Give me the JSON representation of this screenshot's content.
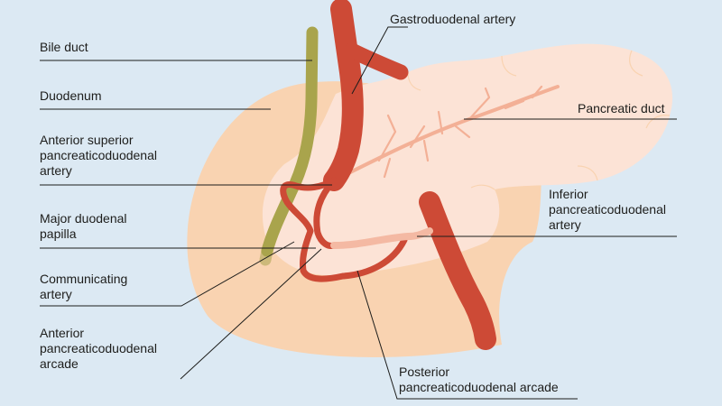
{
  "labels": {
    "bile_duct": [
      "Bile duct"
    ],
    "duodenum": [
      "Duodenum"
    ],
    "asp_artery": [
      "Anterior superior",
      "pancreaticoduodenal",
      "artery"
    ],
    "major_papilla": [
      "Major duodenal",
      "papilla"
    ],
    "communicating": [
      "Communicating",
      "artery"
    ],
    "ant_arcade": [
      "Anterior",
      "pancreaticoduodenal",
      "arcade"
    ],
    "gastroduodenal": [
      "Gastroduodenal artery"
    ],
    "pancreatic_duct": [
      "Pancreatic duct"
    ],
    "inf_artery": [
      "Inferior",
      "pancreaticoduodenal",
      "artery"
    ],
    "post_arcade": [
      "Posterior",
      "pancreaticoduodenal arcade"
    ]
  },
  "colors": {
    "background": "#dce9f3",
    "duodenum": "#f9d3b1",
    "pancreas": "#fce3d6",
    "artery": "#cd4a36",
    "artery_light": "#f4b9a3",
    "bile_duct": "#a9a44c",
    "pancreatic_duct": "#f3b096",
    "leader_line": "#1d1d1b"
  }
}
